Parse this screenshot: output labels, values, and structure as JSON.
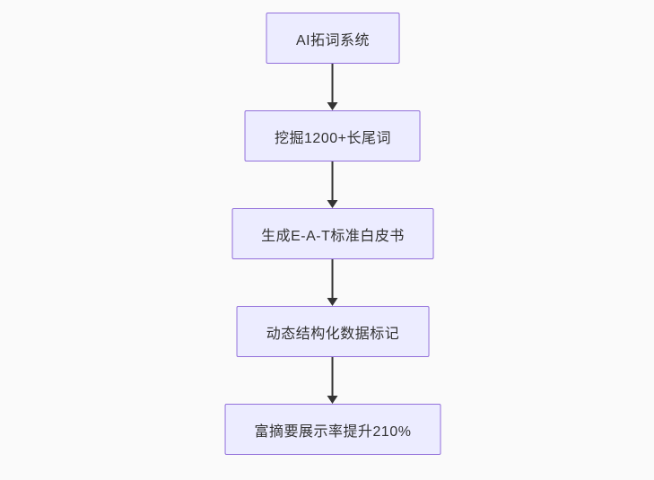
{
  "page": {
    "background": "#fafafa"
  },
  "diagram": {
    "type": "flowchart-top-down",
    "nodes": [
      {
        "id": "n1",
        "label": "AI拓词系统"
      },
      {
        "id": "n2",
        "label": "挖掘1200+长尾词"
      },
      {
        "id": "n3",
        "label": "生成E-A-T标准白皮书"
      },
      {
        "id": "n4",
        "label": "动态结构化数据标记"
      },
      {
        "id": "n5",
        "label": "富摘要展示率提升210%"
      }
    ],
    "edges": [
      {
        "from": "n1",
        "to": "n2",
        "style": "arrow-down"
      },
      {
        "from": "n2",
        "to": "n3",
        "style": "arrow-down"
      },
      {
        "from": "n3",
        "to": "n4",
        "style": "arrow-down"
      },
      {
        "from": "n4",
        "to": "n5",
        "style": "arrow-down"
      }
    ],
    "colors": {
      "node_fill": "#ECECFF",
      "node_border": "#9370DB",
      "edge": "#333333",
      "text": "#333333"
    }
  }
}
